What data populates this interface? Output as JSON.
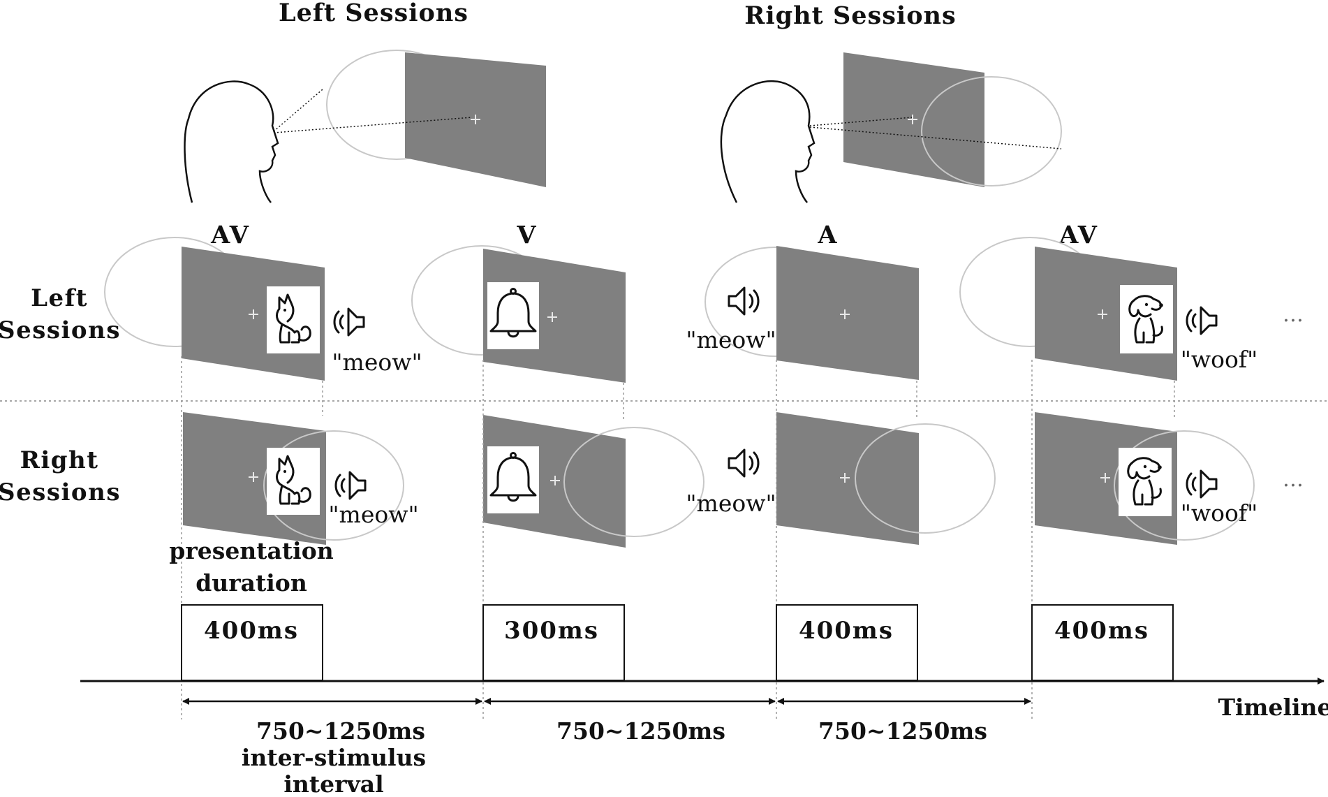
{
  "titles": {
    "left": "Left Sessions",
    "right": "Right Sessions"
  },
  "rows": {
    "left": {
      "line1": "Left",
      "line2": "Sessions"
    },
    "right": {
      "line1": "Right",
      "line2": "Sessions"
    }
  },
  "trials": [
    {
      "condition": "AV",
      "visual": "cat-icon",
      "sound": "\"meow\"",
      "duration": "400ms"
    },
    {
      "condition": "V",
      "visual": "bell-icon",
      "sound": "",
      "duration": "300ms"
    },
    {
      "condition": "A",
      "visual": "",
      "sound": "\"meow\"",
      "duration": "400ms"
    },
    {
      "condition": "AV",
      "visual": "dog-icon",
      "sound": "\"woof\"",
      "duration": "400ms"
    }
  ],
  "presentation_label": {
    "line1": "presentation",
    "line2": "duration"
  },
  "isi": {
    "values": [
      "750~1250ms",
      "750~1250ms",
      "750~1250ms"
    ],
    "label_line1": "inter-stimulus",
    "label_line2": "interval"
  },
  "timeline_label": "Timeline",
  "ellipsis": "…",
  "colors": {
    "screen": "#808080",
    "ellipse": "#c8c8c8",
    "ink": "#111111"
  }
}
